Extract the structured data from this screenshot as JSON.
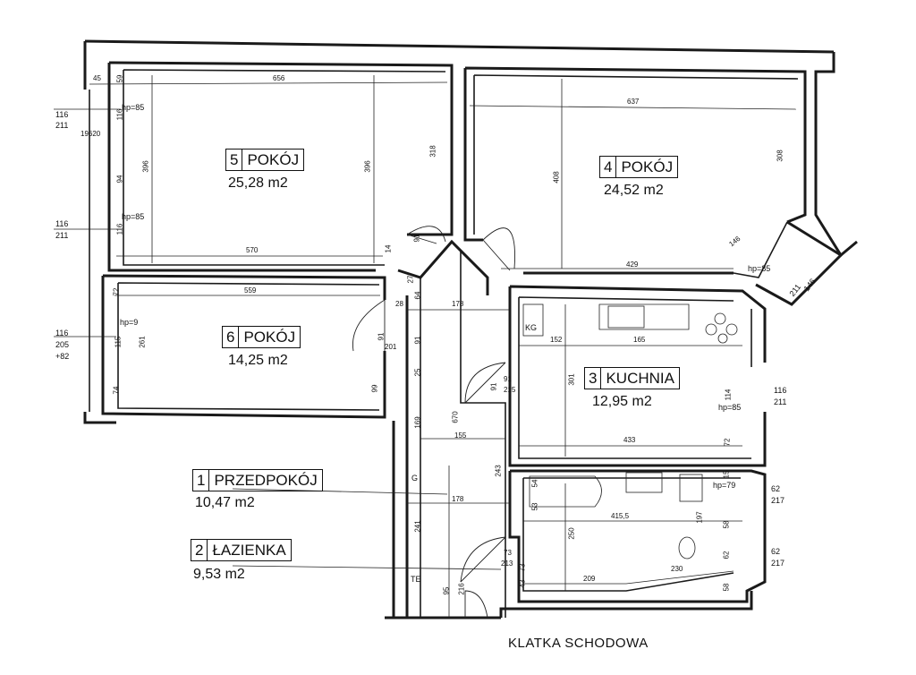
{
  "rooms": [
    {
      "number": "5",
      "name": "POKÓJ",
      "area": "25,28 m2"
    },
    {
      "number": "4",
      "name": "POKÓJ",
      "area": "24,52 m2"
    },
    {
      "number": "6",
      "name": "POKÓJ",
      "area": "14,25 m2"
    },
    {
      "number": "3",
      "name": "KUCHNIA",
      "area": "12,95 m2"
    },
    {
      "number": "1",
      "name": "PRZEDPOKÓJ",
      "area": "10,47 m2"
    },
    {
      "number": "2",
      "name": "ŁAZIENKA",
      "area": "9,53 m2"
    }
  ],
  "dimensions": {
    "d45": "45",
    "d656": "656",
    "d637": "637",
    "d570": "570",
    "d559": "559",
    "d429": "429",
    "d178a": "178",
    "d152": "152",
    "d165": "165",
    "d433": "433",
    "d155": "155",
    "d178b": "178",
    "d415": "415,5",
    "d209": "209",
    "d230": "230",
    "d396a": "396",
    "d396b": "396",
    "d318": "318",
    "d408": "408",
    "d308": "308",
    "d261": "261",
    "d99": "99",
    "d670": "670",
    "d301": "301",
    "d250": "250",
    "d243": "243",
    "d241": "241",
    "d169": "169",
    "d197": "197",
    "d114": "114",
    "d116a": "116",
    "d94": "94",
    "d116b": "116",
    "d59": "59",
    "d115": "115",
    "d74": "74",
    "d72a": "72",
    "d72b": "72",
    "d146": "146",
    "d64": "64",
    "d28": "28",
    "d91a": "91",
    "d91b": "91",
    "d25": "25",
    "d27": "27",
    "d14": "14",
    "d19620": "19620",
    "d58a": "58",
    "d58b": "58",
    "d73": "73",
    "d43": "43",
    "d95": "95",
    "d216": "216",
    "d54": "54",
    "d53": "53",
    "d62": "62",
    "d15": "15"
  },
  "windows": [
    {
      "w": "116",
      "h": "211"
    },
    {
      "w": "116",
      "h": "211"
    },
    {
      "w": "116",
      "h": "205",
      "extra": "+82"
    },
    {
      "w": "116",
      "h": "211"
    },
    {
      "w": "146",
      "h": "211"
    },
    {
      "w": "62",
      "h": "217"
    },
    {
      "w": "62",
      "h": "217"
    }
  ],
  "sill": {
    "s1": "hp=85",
    "s2": "hp=85",
    "s3": "hp=9",
    "s4": "hp=85",
    "s5": "hp=85",
    "s6": "hp=79"
  },
  "doors": {
    "d1": "91",
    "d1b": "201",
    "d2": "91",
    "d2b": "215",
    "d3": "91",
    "d3b": "201",
    "d4": "73",
    "d4b": "213",
    "d5": "91",
    "d6": "91"
  },
  "fixtures": {
    "kg": "KG",
    "g": "G",
    "te": "TE"
  },
  "footer": "KLATKA SCHODOWA"
}
